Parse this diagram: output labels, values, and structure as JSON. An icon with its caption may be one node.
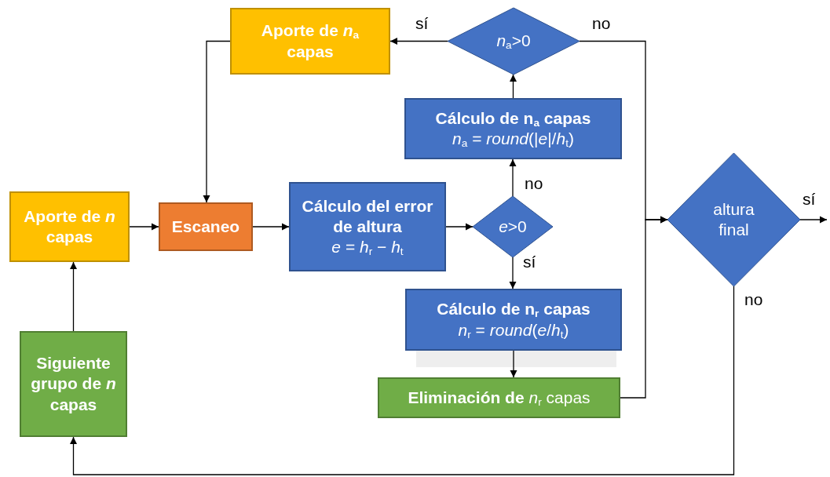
{
  "diagram": {
    "nodes": [
      {
        "text": [
          "Aporte de *n*$_{a}$ capas"
        ]
      },
      {
        "text": [
          "*n*$_{a}$>0"
        ]
      },
      {
        "text": [
          "Cálculo de n$_{a}$ capas",
          "*n*$_{a}$ = *round*(|*e*|/*h*$_{t}$)"
        ]
      },
      {
        "text": [
          "Aporte de *n* capas"
        ]
      },
      {
        "text": [
          "Escaneo"
        ]
      },
      {
        "text": [
          "Cálculo del error de altura",
          "*e* = *h*$_{r}$ − *h*$_{t}$"
        ]
      },
      {
        "text": [
          "*e*>0"
        ]
      },
      {
        "text": [
          "Cálculo de n$_{r}$ capas",
          "*n*$_{r}$ = *round*(*e*/*h*$_{t}$)"
        ]
      },
      {
        "text": [
          "**Eliminación de** *n*$_{r}$ capas"
        ]
      },
      {
        "text": [
          "altura final"
        ]
      },
      {
        "text": [
          "Siguiente grupo de *n* capas"
        ]
      }
    ],
    "edges": [
      {
        "from": 1,
        "to": 0,
        "arrow": "to",
        "label": "sí"
      },
      {
        "from": 1,
        "to": 9,
        "arrow": "to",
        "label": "no"
      },
      {
        "from": 2,
        "to": 1,
        "arrow": "to"
      },
      {
        "from": 6,
        "to": 2,
        "arrow": "to",
        "label": "no"
      },
      {
        "from": 6,
        "to": 7,
        "arrow": "to",
        "label": "sí"
      },
      {
        "from": 7,
        "to": 8,
        "arrow": "to"
      },
      {
        "from": 8,
        "to": 9,
        "arrow": "to"
      },
      {
        "from": 0,
        "to": 4,
        "arrow": "to"
      },
      {
        "from": 3,
        "to": 4,
        "arrow": "to"
      },
      {
        "from": 4,
        "to": 5,
        "arrow": "to"
      },
      {
        "from": 5,
        "to": 6,
        "arrow": "to"
      },
      {
        "from": 9,
        "to": null,
        "arrow": "to",
        "label": "sí"
      },
      {
        "from": 9,
        "to": 10,
        "arrow": "to",
        "label": "no"
      },
      {
        "from": 10,
        "to": 3,
        "arrow": "to"
      }
    ]
  }
}
